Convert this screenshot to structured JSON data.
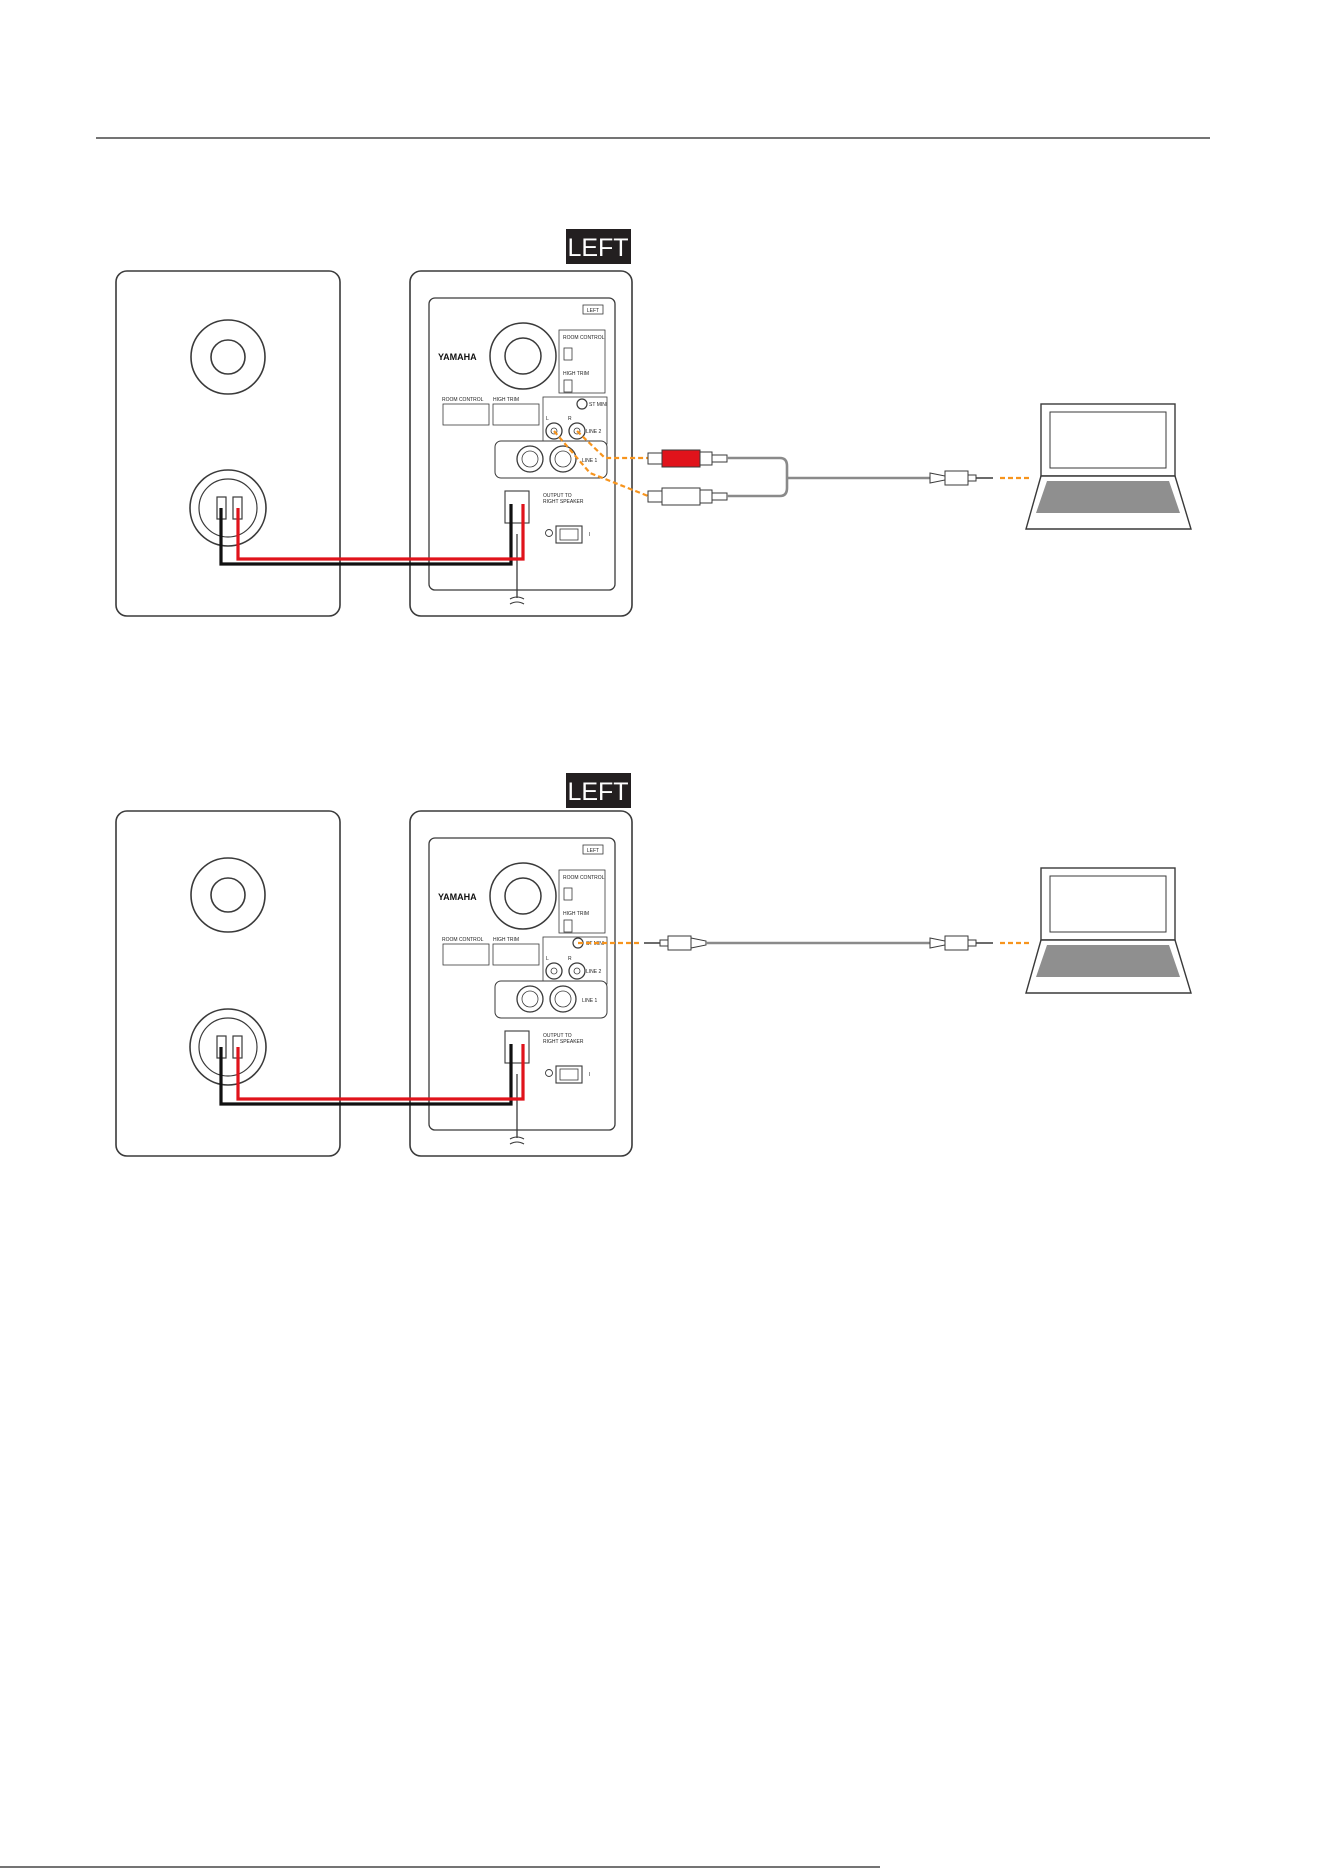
{
  "diagrams": [
    {
      "id": "rca",
      "badge": "LEFT",
      "panel_tag": "LEFT",
      "brand": "YAMAHA",
      "room_control_label": "ROOM CONTROL",
      "room_control_small": "ROOM CONTROL",
      "high_trim_label": "HIGH TRIM",
      "high_trim_small": "HIGH TRIM",
      "st_mini_label": "ST MINI",
      "line2_label": "LINE 2",
      "line1_label": "LINE 1",
      "lr_left": "L",
      "lr_right": "R",
      "output_label_1": "OUTPUT TO",
      "output_label_2": "RIGHT SPEAKER",
      "power_on": "I"
    },
    {
      "id": "mini",
      "badge": "LEFT",
      "panel_tag": "LEFT",
      "brand": "YAMAHA",
      "room_control_label": "ROOM CONTROL",
      "room_control_small": "ROOM CONTROL",
      "high_trim_label": "HIGH TRIM",
      "high_trim_small": "HIGH TRIM",
      "st_mini_label": "ST MINI",
      "line2_label": "LINE 2",
      "line1_label": "LINE 1",
      "lr_left": "L",
      "lr_right": "R",
      "output_label_1": "OUTPUT TO",
      "output_label_2": "RIGHT SPEAKER",
      "power_on": "I"
    }
  ],
  "colors": {
    "badge_bg": "#231f20",
    "cable_red": "#e0131b",
    "cable_black": "#111111",
    "signal_dash": "#f7941d",
    "cable_grey": "#8a8a8a",
    "outline": "#3a3a3a"
  }
}
